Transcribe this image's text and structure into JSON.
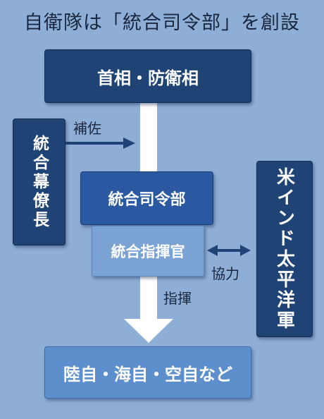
{
  "title": "自衛隊は「統合司令部」を創設",
  "nodes": {
    "prime_minister": "首相・防衛相",
    "joint_staff": "統合幕僚長",
    "joint_command": "統合司令部",
    "joint_commander": "統合指揮官",
    "indo_pacific": "米インド太平洋軍",
    "forces": "陸自・海自・空自など"
  },
  "edges": {
    "assist": "補佐",
    "cooperation": "協力",
    "command": "指揮"
  },
  "colors": {
    "background": "#8eaed6",
    "dark_box": "#1f4374",
    "mid_box": "#2a59a2",
    "light_box": "#6795c9"
  }
}
